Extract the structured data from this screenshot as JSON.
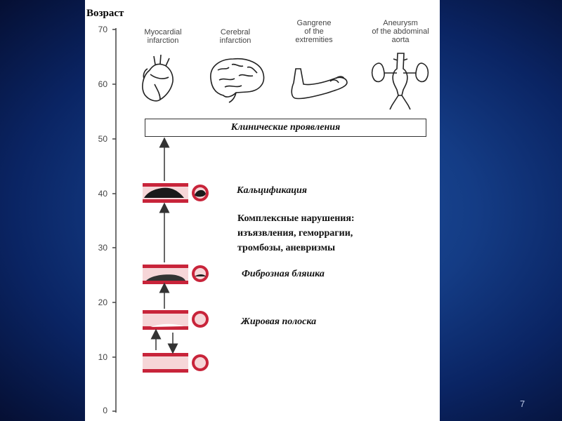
{
  "axis": {
    "title": "Возраст",
    "ticks": [
      "70",
      "60",
      "50",
      "40",
      "30",
      "20",
      "10",
      "0"
    ]
  },
  "organs": [
    {
      "label": "Myocardial\ninfarction",
      "icon": "heart-icon"
    },
    {
      "label": "Cerebral\ninfarction",
      "icon": "brain-icon"
    },
    {
      "label": "Gangrene\nof the\nextremities",
      "icon": "foot-icon"
    },
    {
      "label": "Aneurysm\nof the abdominal\naorta",
      "icon": "aorta-kidneys-icon"
    }
  ],
  "clinical_box": "Клинические проявления",
  "stages": {
    "calcification": "Кальцификация",
    "complex": "Комплексные нарушения:\nизъязвления, геморрагии,\nтромбозы, аневризмы",
    "fibrous": "Фиброзная бляшка",
    "fatty": "Жировая полоска"
  },
  "colors": {
    "vessel_wall": "#c8243a",
    "vessel_lumen": "#f6d6d8",
    "plaque": "#1a1a1a"
  },
  "slide_number": "7"
}
